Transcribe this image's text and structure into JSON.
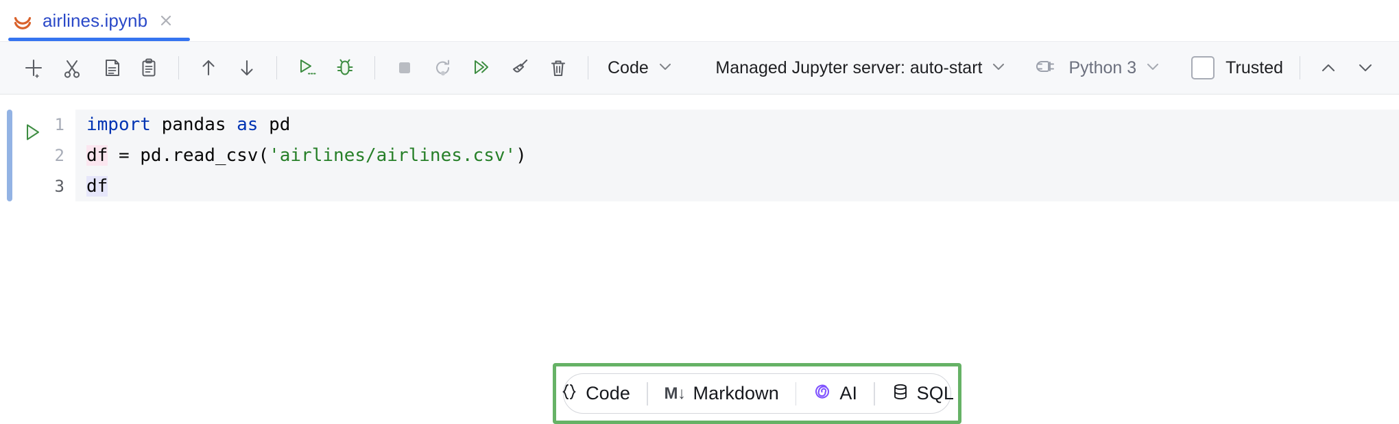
{
  "tab": {
    "label": "airlines.ipynb",
    "icon": "jupyter-notebook-icon",
    "close_icon": "close-icon"
  },
  "toolbar": {
    "buttons": [
      {
        "name": "add-cell-button",
        "icon": "plus-icon",
        "title": "Add Cell"
      },
      {
        "name": "cut-cell-button",
        "icon": "scissors-icon",
        "title": "Cut Cell"
      },
      {
        "name": "copy-cell-button",
        "icon": "copy-icon",
        "title": "Copy Cell"
      },
      {
        "name": "paste-cell-button",
        "icon": "clipboard-icon",
        "title": "Paste Cell"
      },
      {
        "name": "move-cell-up-button",
        "icon": "arrow-up-icon",
        "title": "Move Cell Up"
      },
      {
        "name": "move-cell-down-button",
        "icon": "arrow-down-icon",
        "title": "Move Cell Down"
      },
      {
        "name": "run-cell-button",
        "icon": "run-play-icon",
        "title": "Run Cell"
      },
      {
        "name": "debug-cell-button",
        "icon": "debug-bug-icon",
        "title": "Debug Cell"
      },
      {
        "name": "interrupt-kernel-button",
        "icon": "stop-square-icon",
        "title": "Interrupt Kernel"
      },
      {
        "name": "restart-kernel-button",
        "icon": "restart-icon",
        "title": "Restart Kernel"
      },
      {
        "name": "run-all-cells-button",
        "icon": "run-all-double-icon",
        "title": "Run All Cells"
      },
      {
        "name": "clear-outputs-button",
        "icon": "broom-icon",
        "title": "Clear Outputs"
      },
      {
        "name": "delete-cell-button",
        "icon": "trash-icon",
        "title": "Delete Cell"
      }
    ],
    "cell_type": {
      "label": "Code",
      "chevron": "chevron-down-icon"
    },
    "server": {
      "label": "Managed Jupyter server: auto-start",
      "chevron": "chevron-down-icon"
    },
    "kernel": {
      "icon": "plug-connector-icon",
      "label": "Python 3",
      "chevron": "chevron-down-icon"
    },
    "trusted": {
      "label": "Trusted",
      "checked": false
    },
    "scroll_up_icon": "chevron-up-icon",
    "scroll_down_icon": "chevron-down-icon"
  },
  "notebook": {
    "cell": {
      "run_icon": "run-play-gutter-icon",
      "line_numbers": [
        "1",
        "2",
        "3"
      ],
      "lines": [
        [
          {
            "t": "import",
            "c": "kw"
          },
          {
            "t": " pandas ",
            "c": ""
          },
          {
            "t": "as",
            "c": "kw"
          },
          {
            "t": " pd",
            "c": ""
          }
        ],
        [
          {
            "t": "df",
            "c": "hl-write"
          },
          {
            "t": " = pd.read_csv(",
            "c": ""
          },
          {
            "t": "'airlines/airlines.csv'",
            "c": "str"
          },
          {
            "t": ")",
            "c": ""
          }
        ],
        [
          {
            "t": "df",
            "c": "hl-read"
          }
        ]
      ],
      "plain_text": "import pandas as pd\ndf = pd.read_csv('airlines/airlines.csv')\ndf"
    }
  },
  "cell_type_picker": {
    "highlight_color": "#66B266",
    "items": [
      {
        "name": "picker-code",
        "icon": "braces-icon",
        "label": "Code",
        "mark": ""
      },
      {
        "name": "picker-markdown",
        "icon": "markdown-icon",
        "label": "Markdown",
        "mark": "M↓"
      },
      {
        "name": "picker-ai",
        "icon": "ai-spiral-icon",
        "label": "AI",
        "mark": "",
        "color": "#7F52FF"
      },
      {
        "name": "picker-sql",
        "icon": "database-icon",
        "label": "SQL",
        "mark": ""
      }
    ]
  },
  "colors": {
    "tab_text": "#2A49C8",
    "tab_underline": "#3574F0",
    "toolbar_bg": "#F7F8FA",
    "code_bg": "#F5F6F8",
    "cell_accent": "#93B3E4",
    "keyword": "#0033B3",
    "string": "#267F28",
    "run_green": "#3C8C40",
    "ai_purple": "#7F52FF",
    "highlight_green": "#66B266"
  }
}
